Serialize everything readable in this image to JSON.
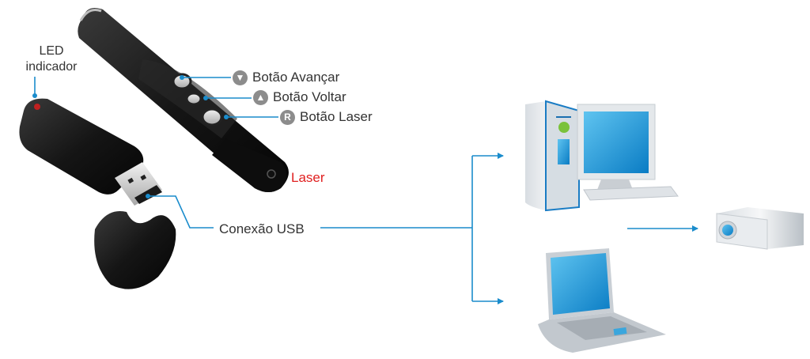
{
  "diagram": {
    "title": "Apresentador laser sem fio com receptor USB",
    "colors": {
      "connector": "#1a8ccc",
      "text": "#333333",
      "laser_text": "#e02020",
      "badge": "#8c8c8c"
    },
    "labels": {
      "led": [
        "LED",
        "indicador"
      ],
      "button_next": {
        "icon": "down-triangle-icon",
        "text": "Botão Avançar"
      },
      "button_back": {
        "icon": "up-triangle-icon",
        "text": "Botão Voltar"
      },
      "button_laser": {
        "icon": "r-badge-icon",
        "badge_text": "R",
        "text": "Botão Laser"
      },
      "laser": "Laser",
      "usb": "Conexão USB"
    },
    "devices": [
      {
        "name": "desktop-computer",
        "label": ""
      },
      {
        "name": "laptop",
        "label": ""
      },
      {
        "name": "projector",
        "label": ""
      }
    ]
  }
}
